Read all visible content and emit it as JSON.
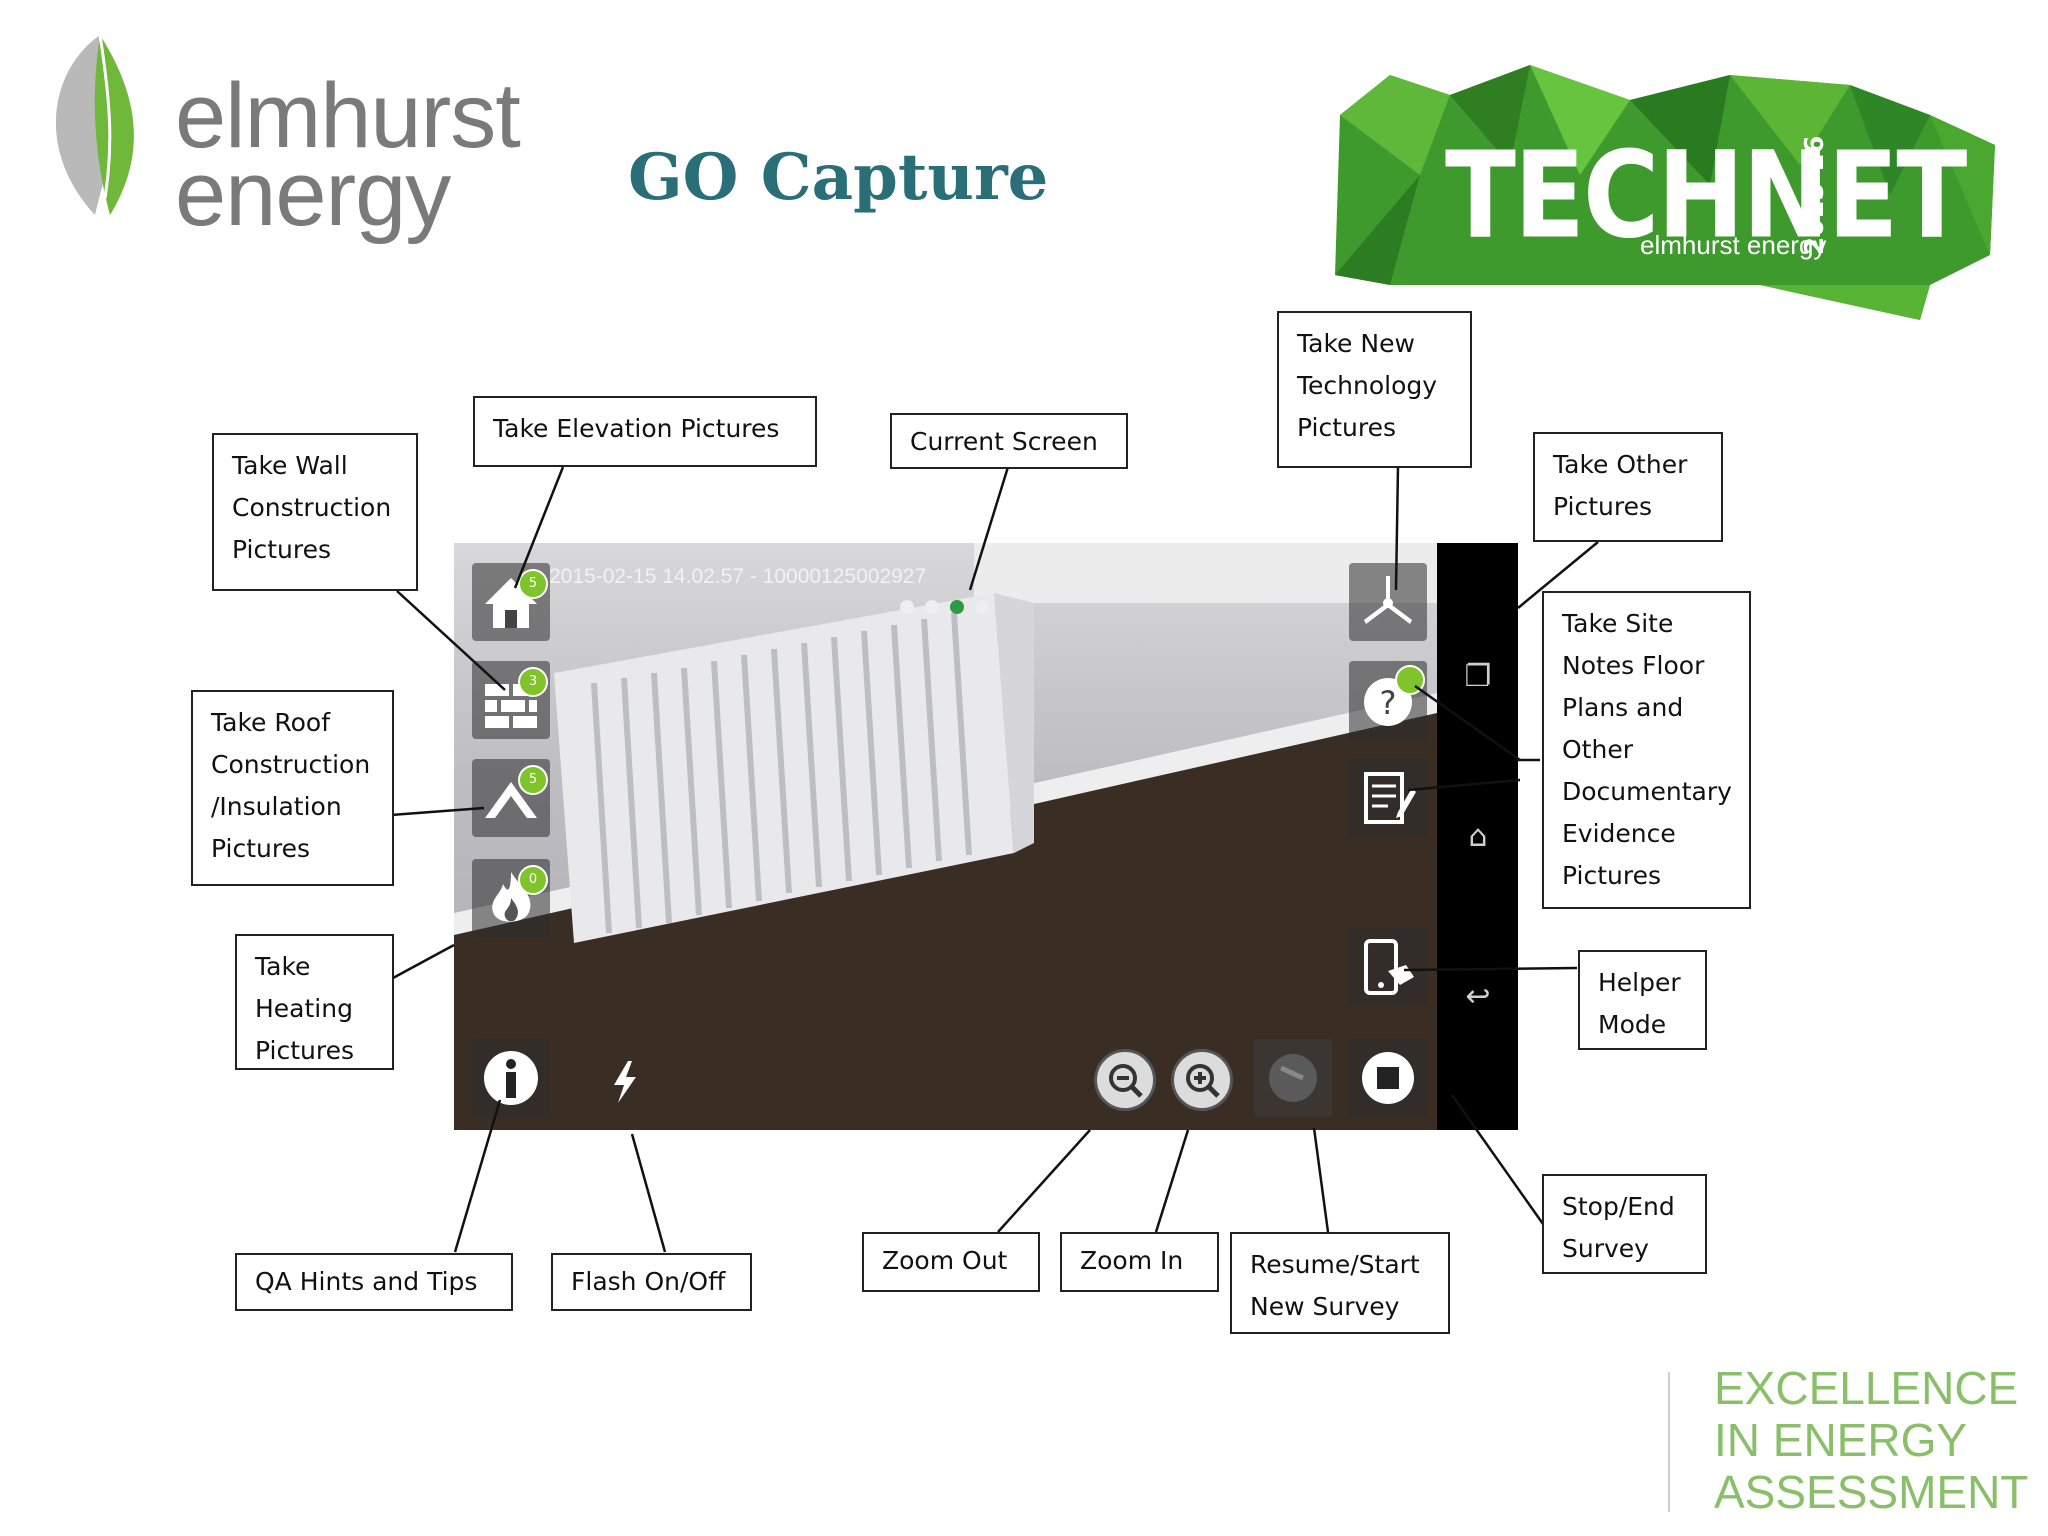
{
  "header": {
    "logo_line1": "elmhurst",
    "logo_line2": "energy",
    "title": "GO Capture",
    "badge_title": "TECHNET",
    "badge_year": "2015-16",
    "badge_subtitle": "elmhurst energy"
  },
  "colors": {
    "title": "#2a6f77",
    "brand_green": "#7ec42a",
    "footer_text": "#8abf6a"
  },
  "screen": {
    "timestamp": "2015-02-15 14.02.57 - 10000125002927",
    "page_dots": 4,
    "active_dot": 3,
    "left_icons": [
      {
        "name": "elevation-pictures-icon",
        "badge": "5"
      },
      {
        "name": "wall-construction-icon",
        "badge": "3"
      },
      {
        "name": "roof-construction-icon",
        "badge": "5"
      },
      {
        "name": "heating-icon",
        "badge": "0"
      }
    ],
    "right_icons": [
      "new-technology-icon",
      "other-pictures-icon",
      "site-notes-icon",
      "helper-mode-icon"
    ],
    "bottom_icons": [
      "info-icon",
      "flash-icon",
      "zoom-out-icon",
      "zoom-in-icon",
      "resume-survey-icon",
      "stop-survey-icon"
    ],
    "nav_icons": [
      "recent-apps-icon",
      "home-icon",
      "back-icon"
    ]
  },
  "callouts": {
    "wall": "Take Wall\nConstruction\nPictures",
    "elevation": "Take Elevation Pictures",
    "current_screen": "Current Screen",
    "new_tech": "Take New\nTechnology\nPictures",
    "other": "Take Other\nPictures",
    "site_notes": "Take Site\nNotes Floor\nPlans and\nOther\nDocumentary\nEvidence\nPictures",
    "roof": "Take Roof\nConstruction\n/Insulation\nPictures",
    "heating": "Take\nHeating\nPictures",
    "helper": "Helper\nMode",
    "stop": "Stop/End\nSurvey",
    "qa": "QA Hints and Tips",
    "flash": "Flash On/Off",
    "zoom_out": "Zoom Out",
    "zoom_in": "Zoom In",
    "resume": "Resume/Start\nNew Survey"
  },
  "footer": {
    "text": "EXCELLENCE\nIN ENERGY\nASSESSMENT"
  }
}
